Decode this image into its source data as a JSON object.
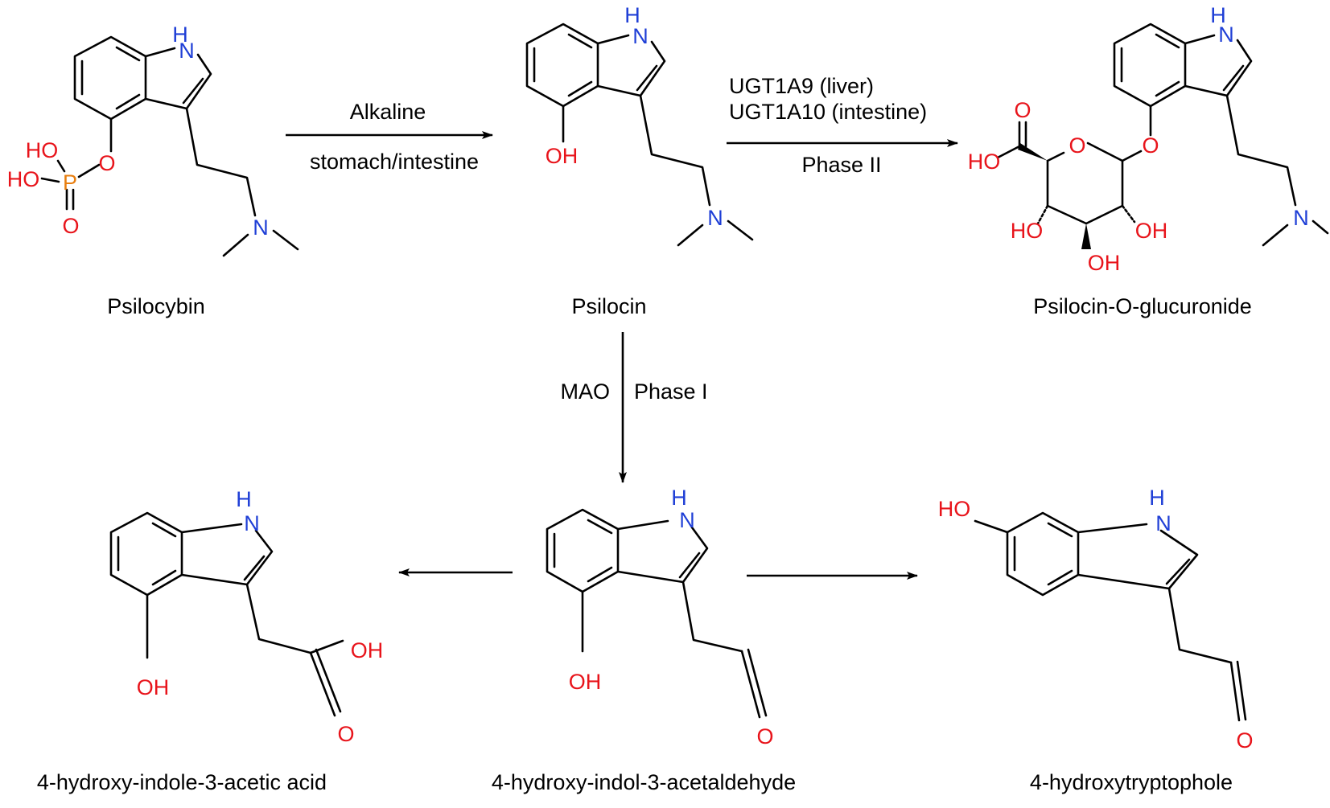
{
  "colors": {
    "background": "#ffffff",
    "bond": "#000000",
    "nitrogen": "#1f3fd6",
    "oxygen": "#e8141b",
    "phosphorus": "#e87d0d",
    "text": "#000000"
  },
  "compounds": {
    "psilocybin": "Psilocybin",
    "psilocin": "Psilocin",
    "glucuronide": "Psilocin-O-glucuronide",
    "hiaa": "4-hydroxy-indole-3-acetic acid",
    "hial": "4-hydroxy-indol-3-acetaldehyde",
    "htol": "4-hydroxytryptophole"
  },
  "reactions": {
    "r1_top": "Alkaline",
    "r1_bottom": "stomach/intestine",
    "r2_top1": "UGT1A9 (liver)",
    "r2_top2": "UGT1A10 (intestine)",
    "r2_bottom": "Phase II",
    "r3_left": "MAO",
    "r3_right": "Phase I"
  },
  "atoms": {
    "NH_H": "H",
    "N": "N",
    "O": "O",
    "OH": "OH",
    "HO": "HO",
    "P": "P"
  }
}
